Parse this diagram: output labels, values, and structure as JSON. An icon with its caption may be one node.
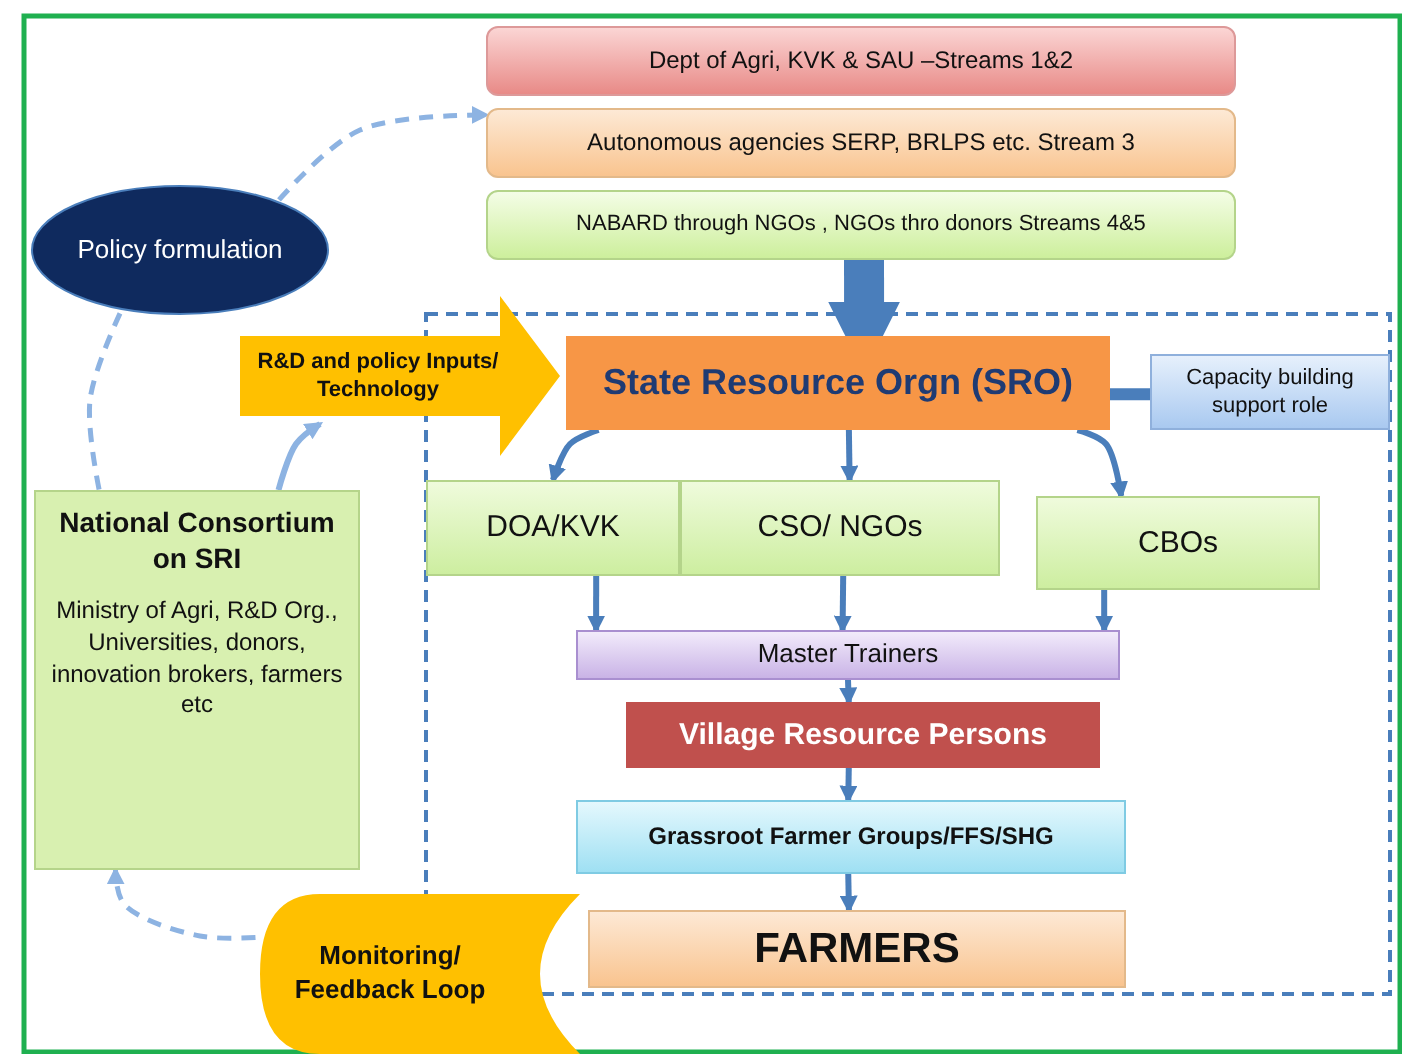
{
  "diagram": {
    "nodes": [
      {
        "text": [
          "Dept of Agri, KVK & SAU –Streams 1&2"
        ]
      },
      {
        "text": [
          "Autonomous agencies SERP, BRLPS etc. Stream 3"
        ]
      },
      {
        "text": [
          "NABARD through NGOs , NGOs thro donors Streams 4&5"
        ]
      },
      {
        "text": [
          "Policy formulation"
        ]
      },
      {
        "text": [
          "R&D and policy Inputs/ Technology"
        ]
      },
      {
        "text": [
          "State Resource  Orgn (SRO)"
        ]
      },
      {
        "text": [
          "Capacity building support role"
        ]
      },
      {
        "text": [
          "National Consortium on SRI",
          "Ministry of Agri, R&D Org., Universities, donors, innovation brokers, farmers etc"
        ]
      },
      {
        "text": [
          "DOA/KVK"
        ]
      },
      {
        "text": [
          "CSO/ NGOs"
        ]
      },
      {
        "text": [
          "CBOs"
        ]
      },
      {
        "text": [
          "Master Trainers"
        ]
      },
      {
        "text": [
          "Village Resource Persons"
        ]
      },
      {
        "text": [
          "Grassroot Farmer Groups/FFS/SHG"
        ]
      },
      {
        "text": [
          "FARMERS"
        ]
      },
      {
        "text": [
          "Monitoring/ Feedback Loop"
        ]
      }
    ],
    "edges": [
      {
        "from": 2,
        "to": 5,
        "arrow": "to",
        "style": "thick"
      },
      {
        "from": 3,
        "to": 1,
        "arrow": "to",
        "style": "dashed",
        "color": "#8db3e2"
      },
      {
        "from": 3,
        "to": 7,
        "arrow": "none",
        "style": "dashed",
        "color": "#8db3e2"
      },
      {
        "from": 7,
        "to": 4,
        "arrow": "to",
        "color": "#8db3e2"
      },
      {
        "from": 5,
        "to": 8,
        "arrow": "to"
      },
      {
        "from": 5,
        "to": 9,
        "arrow": "to"
      },
      {
        "from": 5,
        "to": 10,
        "arrow": "to"
      },
      {
        "from": 6,
        "to": 5,
        "arrow": "none",
        "style": "thick"
      },
      {
        "from": 8,
        "to": 11,
        "arrow": "to"
      },
      {
        "from": 9,
        "to": 11,
        "arrow": "to"
      },
      {
        "from": 10,
        "to": 11,
        "arrow": "to"
      },
      {
        "from": 11,
        "to": 12,
        "arrow": "to"
      },
      {
        "from": 12,
        "to": 13,
        "arrow": "to"
      },
      {
        "from": 13,
        "to": 14,
        "arrow": "to"
      },
      {
        "from": 15,
        "to": 7,
        "arrow": "to",
        "style": "dashed",
        "color": "#8db3e2"
      }
    ]
  }
}
